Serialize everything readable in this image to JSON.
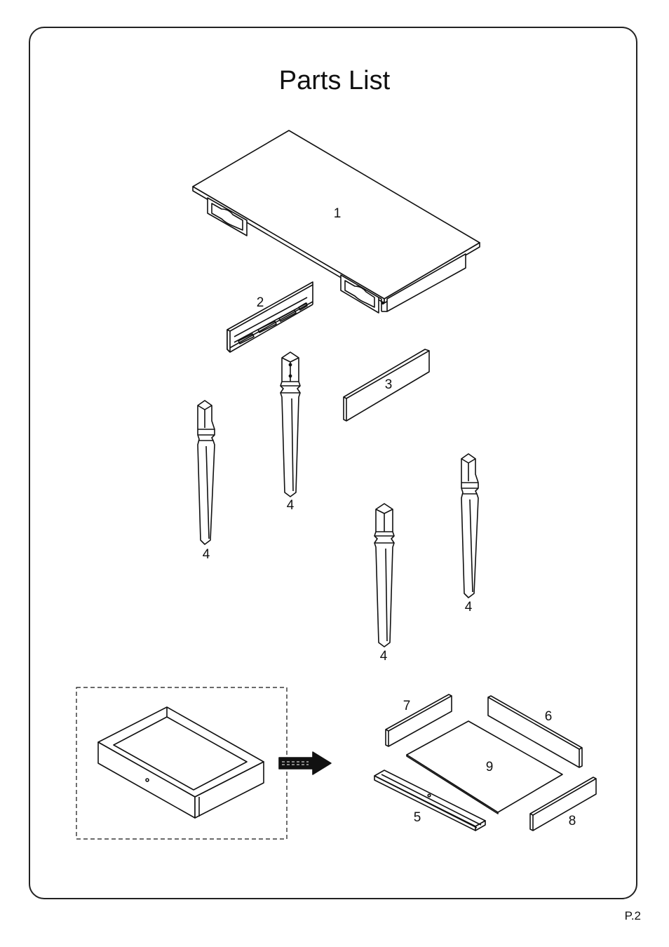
{
  "title": "Parts List",
  "page_number": "P.2",
  "part_labels": {
    "p1": "1",
    "p2": "2",
    "p3": "3",
    "p4a": "4",
    "p4b": "4",
    "p4c": "4",
    "p4d": "4",
    "p5": "5",
    "p6": "6",
    "p7": "7",
    "p8": "8",
    "p9": "9"
  }
}
